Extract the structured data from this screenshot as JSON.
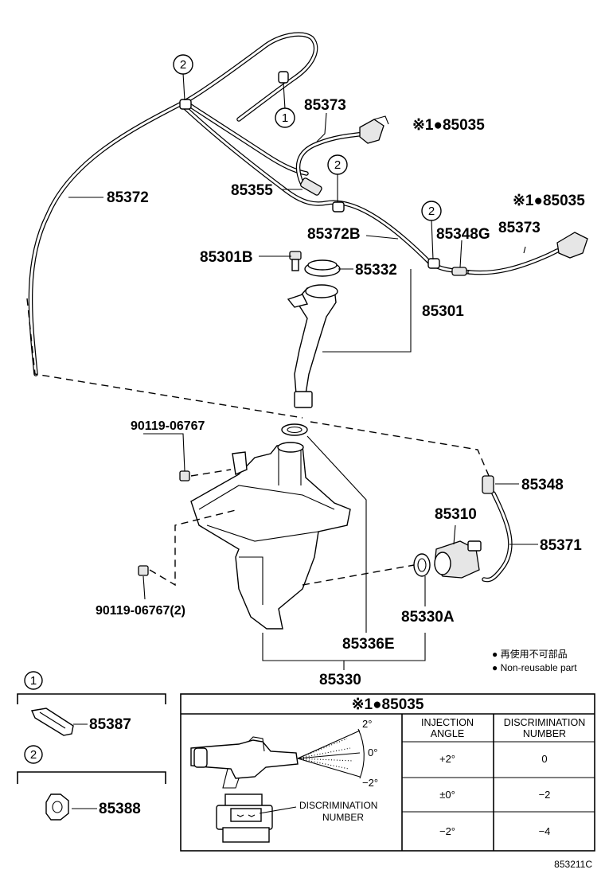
{
  "parts": {
    "p85373_top": "85373",
    "p85035_top": "※1●85035",
    "p85372": "85372",
    "p85355": "85355",
    "p85372B": "85372B",
    "p85348G": "85348G",
    "p85373_right": "85373",
    "p85035_right": "※1●85035",
    "p85301B": "85301B",
    "p85332": "85332",
    "p85301": "85301",
    "p90119_top": "90119-06767",
    "p85348": "85348",
    "p85310": "85310",
    "p85371": "85371",
    "p90119_bottom": "90119-06767(2)",
    "p85330A": "85330A",
    "p85336E": "85336E",
    "p85330": "85330"
  },
  "callouts": {
    "c1": "1",
    "c2": "2"
  },
  "legend": {
    "jp": "● 再使用不可部品",
    "en": "● Non-reusable part"
  },
  "inset1": {
    "num": "1",
    "part": "85387"
  },
  "inset2": {
    "num": "2",
    "part": "85388"
  },
  "table": {
    "title": "※1●85035",
    "col1_line1": "INJECTION",
    "col1_line2": "ANGLE",
    "col2_line1": "DISCRIMINATION",
    "col2_line2": "NUMBER",
    "rows": [
      {
        "angle": "+2°",
        "number": "0"
      },
      {
        "angle": "±0°",
        "number": "−2"
      },
      {
        "angle": "−2°",
        "number": "−4"
      }
    ],
    "angle_plus": "2°",
    "angle_zero": "0°",
    "angle_minus": "−2°",
    "disc_line1": "DISCRIMINATION",
    "disc_line2": "NUMBER"
  },
  "figure_code": "853211C"
}
